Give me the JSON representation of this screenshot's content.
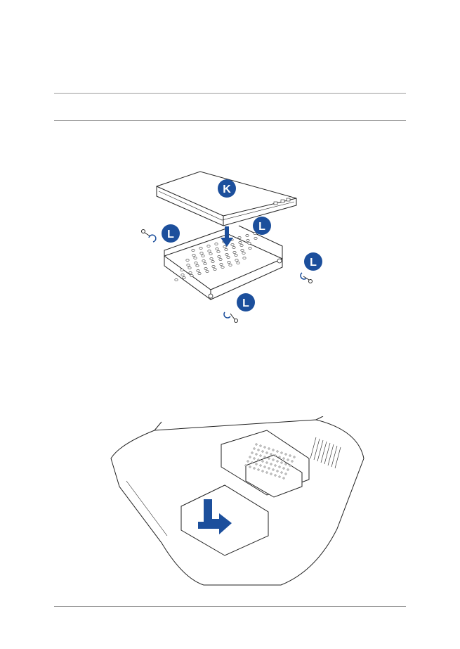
{
  "figure_1": {
    "callouts": {
      "drive": "K",
      "screw_top_left": "L",
      "screw_top_right": "L",
      "screw_right": "L",
      "screw_bottom": "L"
    }
  },
  "colors": {
    "callout": "#1c4f9c",
    "arrow": "#1c4f9c",
    "rule": "#9a9a9a",
    "line_art": "#222222"
  },
  "icons": [
    "hard-drive-illustration",
    "bracket-illustration",
    "screw-icon",
    "insert-arrow-icon",
    "laptop-underside-illustration"
  ]
}
